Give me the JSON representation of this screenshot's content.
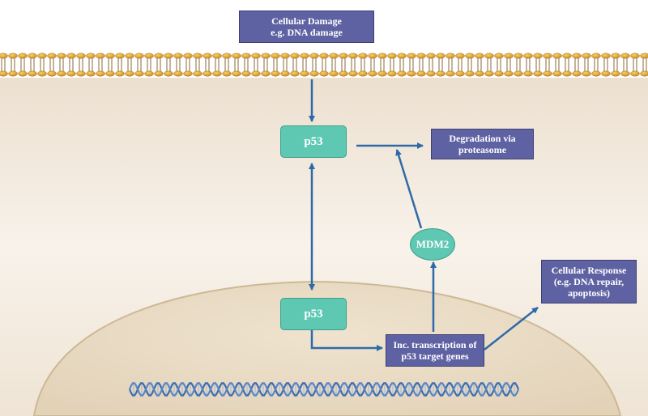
{
  "nodes": {
    "damage": {
      "line1": "Cellular Damage",
      "line2": "e.g. DNA damage"
    },
    "p53_cyto": {
      "label": "p53"
    },
    "p53_nuc": {
      "label": "p53"
    },
    "degradation": {
      "line1": "Degradation via",
      "line2": "proteasome"
    },
    "mdm2": {
      "label": "MDM2"
    },
    "transcription": {
      "line1": "Inc. transcription of",
      "line2": "p53 target genes"
    },
    "response": {
      "line1": "Cellular Response",
      "line2": "(e.g. DNA repair,",
      "line3": "apoptosis)"
    }
  },
  "colors": {
    "box_purple": "#5e62a3",
    "box_teal": "#5ec8b3",
    "arrow": "#2e6aa8",
    "cytoplasm": "#f3e9dc",
    "nucleus": "#e9dcc6",
    "membrane_head": "#e4a12e",
    "dna": "#3d6bb0"
  }
}
